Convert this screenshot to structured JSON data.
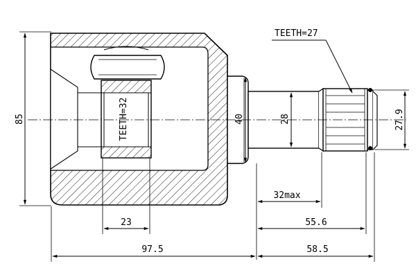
{
  "dimensions": {
    "teeth_outer": "TEETH=27",
    "teeth_inner": "TEETH=32",
    "height_85": "85",
    "dia_40": "40",
    "dia_28": "28",
    "dia_27_9": "27.9",
    "max_32": "32max",
    "len_23": "23",
    "len_55_6": "55.6",
    "len_97_5": "97.5",
    "len_58_5": "58.5"
  }
}
